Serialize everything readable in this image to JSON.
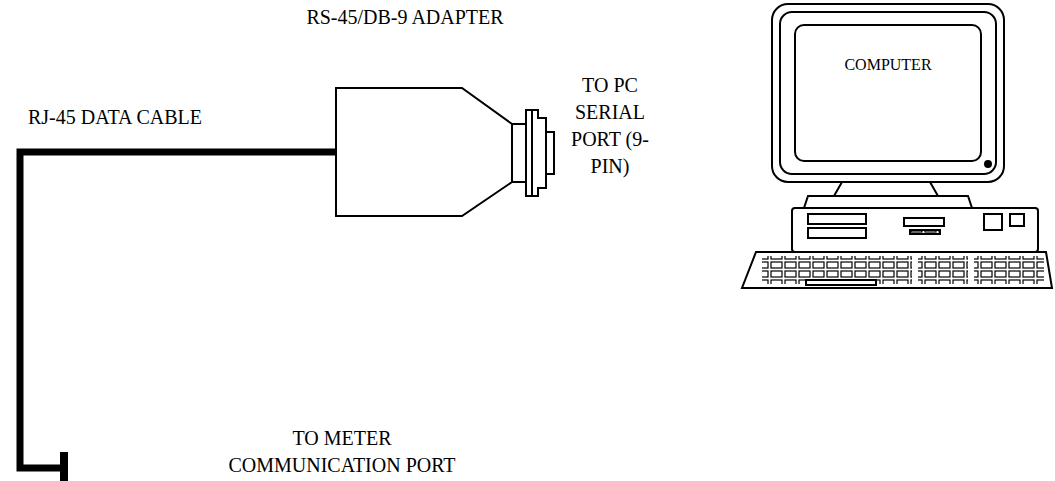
{
  "diagram": {
    "nodes": [
      {
        "text": [
          "COMPUTER"
        ]
      }
    ],
    "labels": [
      "RS-45/DB-9 ADAPTER",
      "RJ-45 DATA CABLE",
      "TO PC SERIAL PORT (9-PIN)",
      "TO METER COMMUNICATION PORT"
    ]
  }
}
